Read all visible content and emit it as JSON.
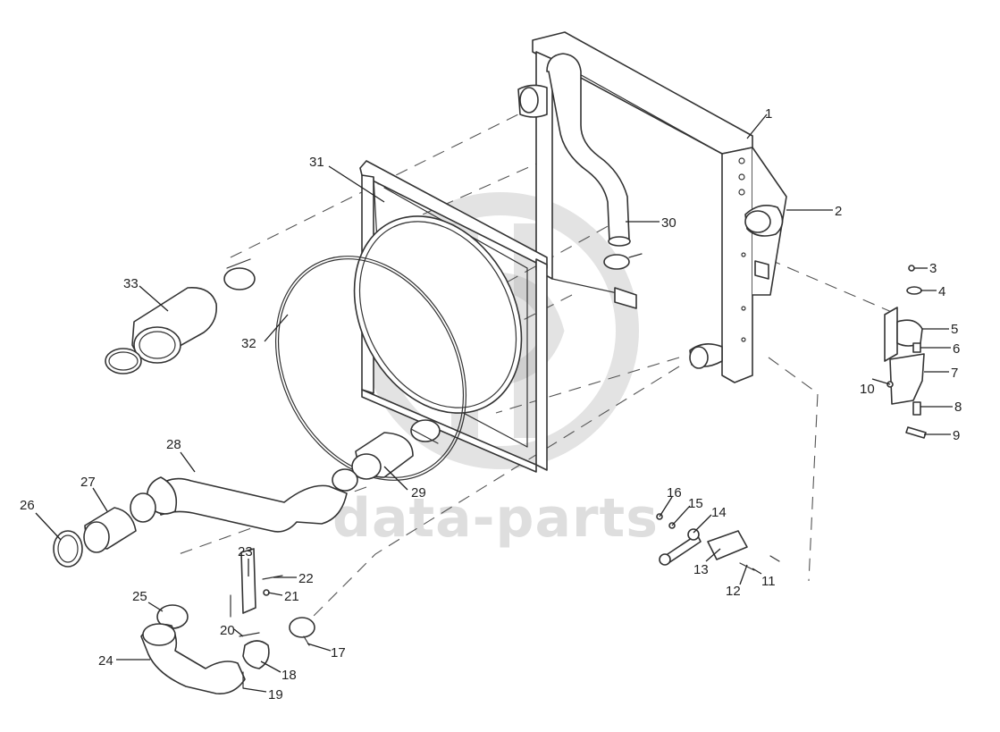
{
  "watermark": {
    "text": "data-parts",
    "color": "#9a9a9a"
  },
  "callouts": [
    {
      "label": "1"
    },
    {
      "label": "2"
    },
    {
      "label": "3"
    },
    {
      "label": "4"
    },
    {
      "label": "5"
    },
    {
      "label": "6"
    },
    {
      "label": "7"
    },
    {
      "label": "8"
    },
    {
      "label": "9"
    },
    {
      "label": "10"
    },
    {
      "label": "11"
    },
    {
      "label": "12"
    },
    {
      "label": "13"
    },
    {
      "label": "14"
    },
    {
      "label": "15"
    },
    {
      "label": "16"
    },
    {
      "label": "17"
    },
    {
      "label": "18"
    },
    {
      "label": "19"
    },
    {
      "label": "20"
    },
    {
      "label": "21"
    },
    {
      "label": "22"
    },
    {
      "label": "23"
    },
    {
      "label": "24"
    },
    {
      "label": "25"
    },
    {
      "label": "26"
    },
    {
      "label": "27"
    },
    {
      "label": "28"
    },
    {
      "label": "29"
    },
    {
      "label": "30"
    },
    {
      "label": "31"
    },
    {
      "label": "32"
    },
    {
      "label": "33"
    }
  ]
}
